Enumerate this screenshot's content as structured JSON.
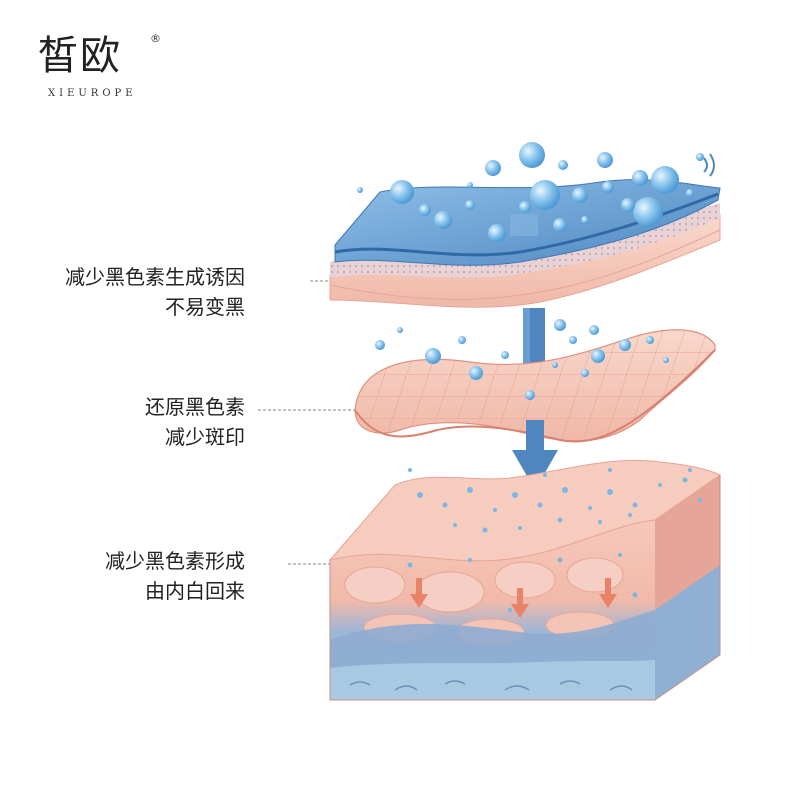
{
  "logo": {
    "name_cn": "皙欧",
    "registered": "®",
    "name_en": "XIEUROPE"
  },
  "labels": [
    {
      "line1": "减少黑色素生成诱因",
      "line2": "不易变黑"
    },
    {
      "line1": "还原黑色素",
      "line2": "减少斑印"
    },
    {
      "line1": "减少黑色素形成",
      "line2": "由内白回来"
    }
  ],
  "colors": {
    "outer_layer_blue": "#5b93c7",
    "skin_pink": "#f3c2b4",
    "grid_line": "#e89b8d",
    "arrow_blue": "#4f86c0",
    "arrow_orange": "#e88a6e",
    "dermis_blue": "#8fb4d8",
    "bubble_blue": "#6fb1e3"
  }
}
